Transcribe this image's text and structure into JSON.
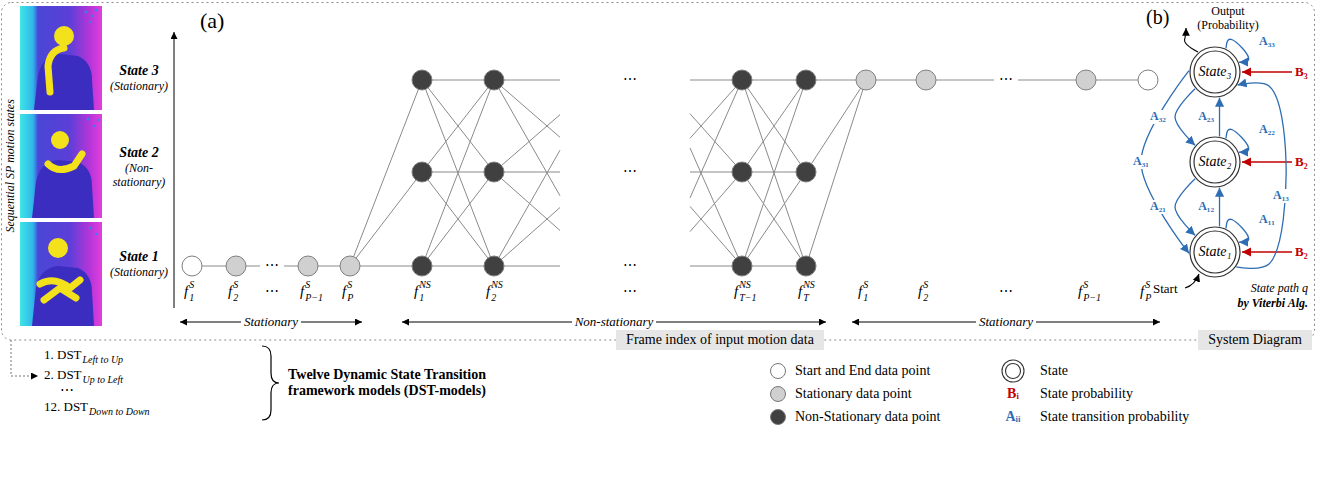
{
  "diagram": {
    "nodes": [
      {
        "text": [
          "Frame index of input motion data"
        ]
      },
      {
        "text": [
          "State₃"
        ]
      },
      {
        "text": [
          "State₂"
        ]
      },
      {
        "text": [
          "State₁"
        ]
      },
      {
        "text": [
          "System Diagram"
        ]
      }
    ],
    "edges": [
      {
        "from": 1,
        "to": 1,
        "arrow": "to",
        "label": "A₃₃"
      },
      {
        "from": 1,
        "to": 2,
        "arrow": "to",
        "label": "A₃₂"
      },
      {
        "from": 2,
        "to": 1,
        "arrow": "to",
        "label": "A₂₃"
      },
      {
        "from": 2,
        "to": 2,
        "arrow": "to",
        "label": "A₂₂"
      },
      {
        "from": 1,
        "to": 3,
        "arrow": "to",
        "label": "A₃₁"
      },
      {
        "from": 2,
        "to": 3,
        "arrow": "to",
        "label": "A₂₁"
      },
      {
        "from": 3,
        "to": 2,
        "arrow": "to",
        "label": "A₁₂"
      },
      {
        "from": 3,
        "to": 3,
        "arrow": "to",
        "label": "A₁₁"
      },
      {
        "from": 3,
        "to": 1,
        "arrow": "to",
        "label": "A₁₃"
      }
    ],
    "labels": [
      "Sequential SP motion states",
      "(a)",
      "State 3",
      "(Stationary)",
      "State 2",
      "(Non- stationary)",
      "State 1",
      "(Stationary)",
      "f",
      "1",
      "S",
      "f",
      "2",
      "S",
      "⋯",
      "f",
      "P−1",
      "S",
      "f",
      "P",
      "S",
      "f",
      "1",
      "NS",
      "f",
      "2",
      "NS",
      "⋯",
      "f",
      "T−1",
      "NS",
      "f",
      "T",
      "NS",
      "f",
      "1",
      "S",
      "f",
      "2",
      "S",
      "⋯",
      "f",
      "P−1",
      "S",
      "f",
      "P",
      "S",
      "⋯",
      "⋯",
      "⋯",
      "⋯",
      "⋯",
      "Stationary",
      "Non-stationary",
      "Stationary",
      "(b)",
      "Output (Probability)",
      "B₃",
      "B₂",
      "B₂",
      "Start",
      "State path q",
      "by Viterbi Alg.",
      "1. DST",
      "Left to Up",
      "2. DST",
      "Up to Left",
      "⋯",
      "12. DST",
      "Down to Down",
      "Twelve Dynamic State Transition framework models (DST-models)",
      "Bᵢ",
      "Aᵢᵢ"
    ],
    "legend": [
      {
        "text": "Start and End data point",
        "color": "#ffffff"
      },
      {
        "text": "Stationary data point",
        "color": "#d0d0d0"
      },
      {
        "text": "Non-Stationary data point",
        "color": "#404040"
      },
      {
        "text": "State"
      },
      {
        "text": "State probability"
      },
      {
        "text": "State transition probability"
      }
    ]
  }
}
